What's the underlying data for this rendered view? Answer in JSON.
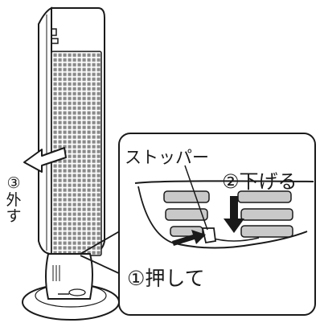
{
  "labels": {
    "stopper": "ストッパー",
    "step2": "②下げる",
    "step1": "①押して",
    "step3_parts": [
      "③",
      "外",
      "す"
    ]
  },
  "colors": {
    "line": "#1a1a1a",
    "grille_fill": "#8a8a8a",
    "slot_fill": "#c9c9c9",
    "background": "#ffffff"
  },
  "icons": [
    "tower-fan",
    "arrow-remove-left",
    "arrow-down",
    "arrow-push-right",
    "stopper-tab"
  ]
}
